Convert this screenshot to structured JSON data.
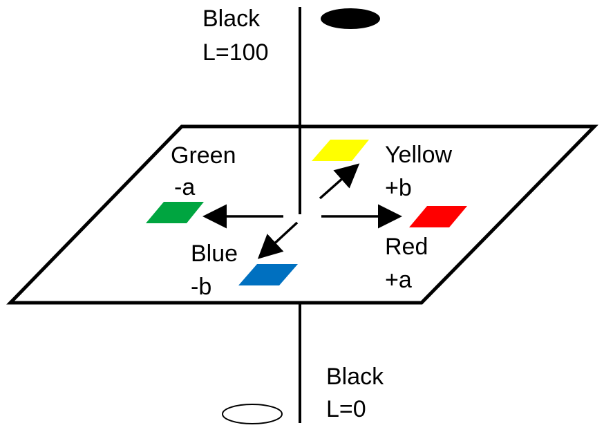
{
  "labels": {
    "top_name": "Black",
    "top_value": "L=100",
    "bottom_name": "Black",
    "bottom_value": "L=0",
    "green_name": "Green",
    "green_axis": "-a",
    "yellow_name": "Yellow",
    "yellow_axis": "+b",
    "blue_name": "Blue",
    "blue_axis": "-b",
    "red_name": "Red",
    "red_axis": "+a"
  },
  "colors": {
    "green": "#00a540",
    "yellow": "#ffff00",
    "red": "#ff0000",
    "blue": "#0070c0",
    "top_ellipse": "#000000",
    "bottom_ellipse": "#ffffff",
    "line": "#000000"
  }
}
